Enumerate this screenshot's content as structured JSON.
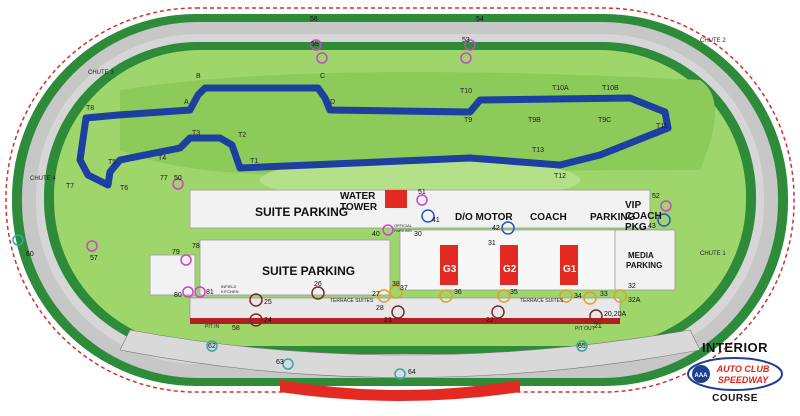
{
  "title_top": "INTERIOR",
  "title_bottom": "COURSE",
  "brand": {
    "name_line1": "AUTO CLUB",
    "name_line2": "SPEEDWAY",
    "aaa": "AAA",
    "colors": {
      "primary": "#e2231a",
      "secondary": "#1f3f8f"
    }
  },
  "colors": {
    "track_outer": "#3a8f3a",
    "infield": "#9fd66b",
    "road_course": "#1d3fa0",
    "parking": "#f2f2f2"
  },
  "areas": {
    "suite_parking_top": "SUITE PARKING",
    "suite_parking_bottom": "SUITE PARKING",
    "water_tower_1": "WATER",
    "water_tower_2": "TOWER",
    "do_motor": "D/O MOTOR",
    "coach": "COACH",
    "parking": "PARKING",
    "vip_1": "VIP",
    "vip_2": "COACH",
    "vip_3": "PKG",
    "media_1": "MEDIA",
    "media_2": "PARKING",
    "g3": "G3",
    "g2": "G2",
    "g1": "G1",
    "terrace_1": "TERRACE  SUITES",
    "terrace_2": "TERRACE  SUITES",
    "pit_in": "PIT IN",
    "pit_out": "PIT OUT",
    "official_parking_1": "OFFICIAL",
    "official_parking_2": "PARKING",
    "infield_1": "INFIELD",
    "infield_2": "KITCHEN"
  },
  "chutes": {
    "chute1": "CHUTE 1",
    "chute2": "CHUTE 2",
    "chute3": "CHUTE 3",
    "chute4": "CHUTE 4"
  },
  "turns": {
    "A": "A",
    "B": "B",
    "C": "C",
    "D": "D",
    "T1": "T1",
    "T2": "T2",
    "T3": "T3",
    "T4": "T4",
    "T5": "T5",
    "T6": "T6",
    "T7": "T7",
    "T8": "T8",
    "T9": "T9",
    "T9B": "T9B",
    "T9C": "T9C",
    "T10": "T10",
    "T10A": "T10A",
    "T10B": "T10B",
    "T11": "T11",
    "T12": "T12",
    "T13": "T13"
  },
  "gates": {
    "g56": "56",
    "g54": "54",
    "g55": "55",
    "g53": "53",
    "g77": "77",
    "g50": "50",
    "g51": "51",
    "g52": "52",
    "g60": "60",
    "g57": "57",
    "g79": "79",
    "g78": "78",
    "g80": "80",
    "g81": "81",
    "g40": "40",
    "g30": "30",
    "g42": "42",
    "g43": "43",
    "g31": "31",
    "g36": "36",
    "g35": "35",
    "g34": "34",
    "g33": "33",
    "g32": "32",
    "g32a": "32A",
    "g20": "20,20A",
    "g21": "21",
    "g22": "22",
    "g23": "23",
    "g24": "24",
    "g25": "25",
    "g26": "26",
    "g27": "27",
    "g28": "28",
    "g37": "37",
    "g38": "38",
    "g58": "58",
    "g62": "62",
    "g63": "63",
    "g64": "64",
    "g65": "65",
    "g41": "41"
  }
}
